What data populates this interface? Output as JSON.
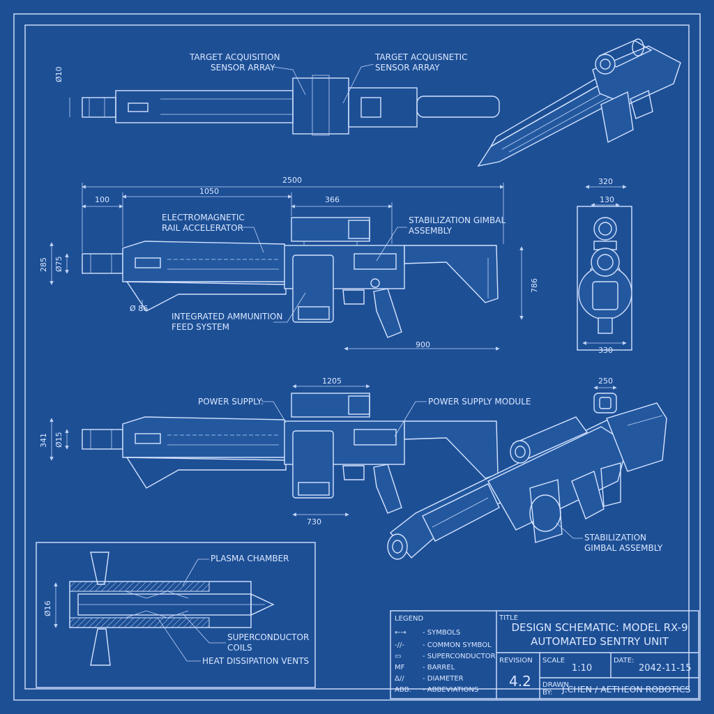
{
  "colors": {
    "paper": "#1d4f95",
    "line": "#d6e4ff",
    "text": "#dbe8ff"
  },
  "labels": {
    "target_a_l1": "TARGET ACQUISITION",
    "target_a_l2": "SENSOR ARRAY",
    "target_b_l1": "TARGET ACQUISNETIC",
    "target_b_l2": "SENSOR ARRAY",
    "rail_l1": "ELECTROMAGNETIC",
    "rail_l2": "RAIL ACCELERATOR",
    "gimbal_top_l1": "STABILIZATION GIMBAL",
    "gimbal_top_l2": "ASSEMBLY",
    "ammo_l1": "INTEGRATED AMMUNITION",
    "ammo_l2": "FEED SYSTEM",
    "power_a": "POWER SUPPLY:",
    "power_b": "POWER SUPPLY MODULE",
    "gimbal_bot_l1": "STABILIZATION",
    "gimbal_bot_l2": "GIMBAL ASSEMBLY",
    "plasma": "PLASMA CHAMBER",
    "supercond_l1": "SUPERCONDUCTOR",
    "supercond_l2": "COILS",
    "heat": "HEAT DISSIPATION VENTS"
  },
  "dimensions": {
    "d_top": "Ø10",
    "overall": "2500",
    "d100": "100",
    "d1050": "1050",
    "d366": "366",
    "h285": "285",
    "d75": "Ø75",
    "d86": "Ø 86",
    "d900": "900",
    "d786": "786",
    "d320": "320",
    "d130": "130",
    "d330": "330",
    "d1205": "1205",
    "d250": "250",
    "h341": "341",
    "d15": "Ø15",
    "d730": "730",
    "d16": "Ø16"
  },
  "title_block": {
    "legend_head": "LEGEND",
    "legend_items": [
      {
        "sym": "←→",
        "text": "- SYMBOLS"
      },
      {
        "sym": "-//-",
        "text": "- COMMON SYMBOL"
      },
      {
        "sym": "▭",
        "text": "- SUPERCONDUCTOR"
      },
      {
        "sym": "MF",
        "text": "- BARREL"
      },
      {
        "sym": "Δ//",
        "text": "- DIAMETER"
      },
      {
        "sym": "ABB.",
        "text": "- ABBEVIATIONS"
      }
    ],
    "title_head": "TITLE",
    "title_l1": "DESIGN SCHEMATIC: MODEL RX-9",
    "title_l2": "AUTOMATED SENTRY UNIT",
    "revision_head": "REVISION",
    "revision": "4.2",
    "scale_head": "SCALE",
    "scale": "1:10",
    "date_head": "DATE:",
    "date": "2042-11-15",
    "drawn_head_1": "DRAWN",
    "drawn_head_2": "BY:",
    "drawn": "J.CHEN / AETHEON ROBOTICS"
  }
}
